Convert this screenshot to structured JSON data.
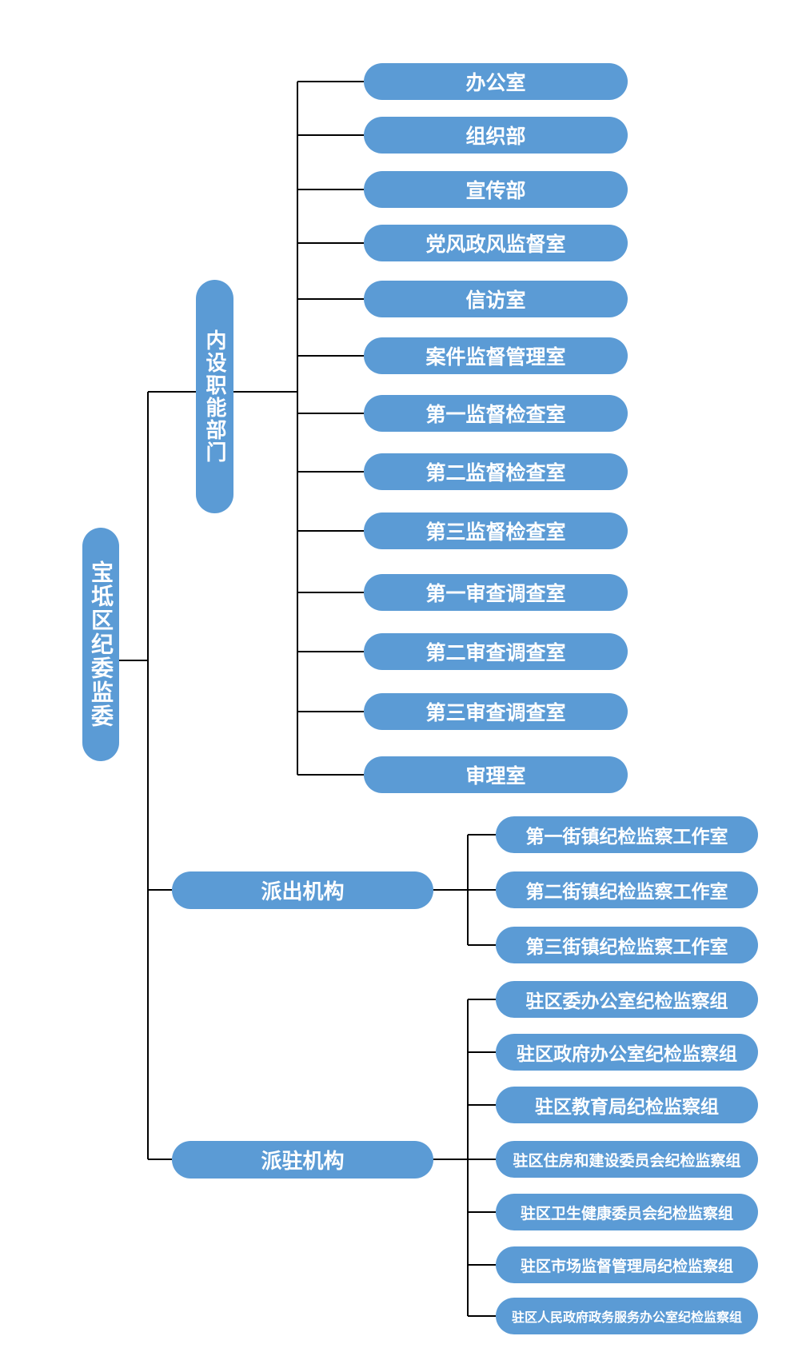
{
  "root": {
    "label": "宝坻区纪委监委"
  },
  "groups": {
    "internal": {
      "label": "内设职能部门",
      "items": [
        "办公室",
        "组织部",
        "宣传部",
        "党风政风监督室",
        "信访室",
        "案件监督管理室",
        "第一监督检查室",
        "第二监督检查室",
        "第三监督检查室",
        "第一审查调查室",
        "第二审查调查室",
        "第三审查调查室",
        "审理室"
      ]
    },
    "dispatched": {
      "label": "派出机构",
      "items": [
        "第一街镇纪检监察工作室",
        "第二街镇纪检监察工作室",
        "第三街镇纪检监察工作室"
      ]
    },
    "stationed": {
      "label": "派驻机构",
      "items": [
        "驻区委办公室纪检监察组",
        "驻区政府办公室纪检监察组",
        "驻区教育局纪检监察组",
        "驻区住房和建设委员会纪检监察组",
        "驻区卫生健康委员会纪检监察组",
        "驻区市场监督管理局纪检监察组",
        "驻区人民政府政务服务办公室纪检监察组"
      ]
    }
  },
  "colors": {
    "node_fill": "#5b9bd5",
    "node_text": "#ffffff",
    "connector": "#000000"
  }
}
